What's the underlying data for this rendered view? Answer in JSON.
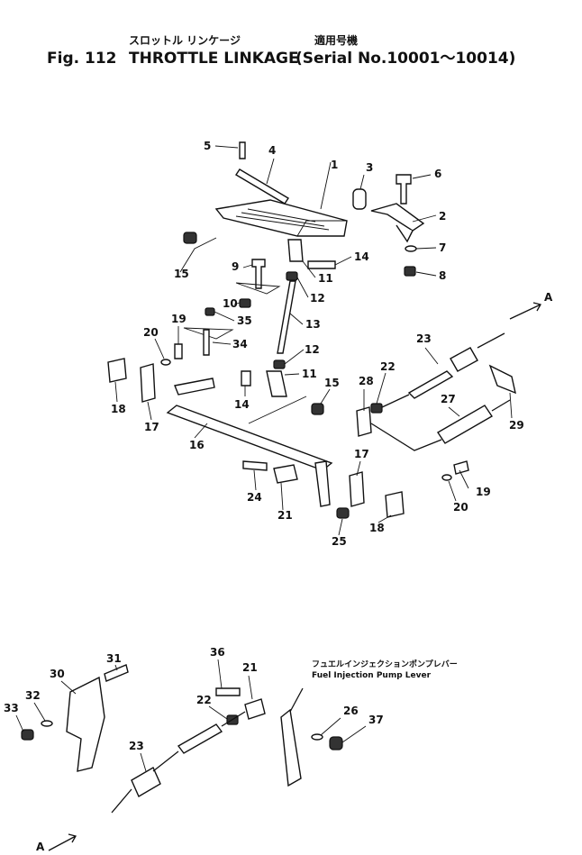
{
  "title": {
    "jp": "スロットル リンケージ",
    "serial_jp": "適用号機",
    "fig": "Fig. 112",
    "name": "THROTTLE LINKAGE",
    "serial": "(Serial No.10001～10014)"
  },
  "labels": {
    "view_a_top": "A",
    "view_a_bottom": "A",
    "fuel_lever_jp": "フュエルインジェクションポンプレバー",
    "fuel_lever_en": "Fuel Injection Pump Lever"
  },
  "parts_top": [
    "1",
    "2",
    "3",
    "4",
    "5",
    "6",
    "7",
    "8",
    "9",
    "10",
    "11",
    "11",
    "12",
    "12",
    "13",
    "14",
    "14",
    "15",
    "15",
    "16",
    "17",
    "17",
    "18",
    "18",
    "19",
    "19",
    "20",
    "20",
    "21",
    "22",
    "23",
    "24",
    "25",
    "27",
    "28",
    "29",
    "34",
    "35"
  ],
  "parts_bottom": [
    "21",
    "22",
    "23",
    "26",
    "30",
    "31",
    "32",
    "33",
    "36",
    "37"
  ]
}
